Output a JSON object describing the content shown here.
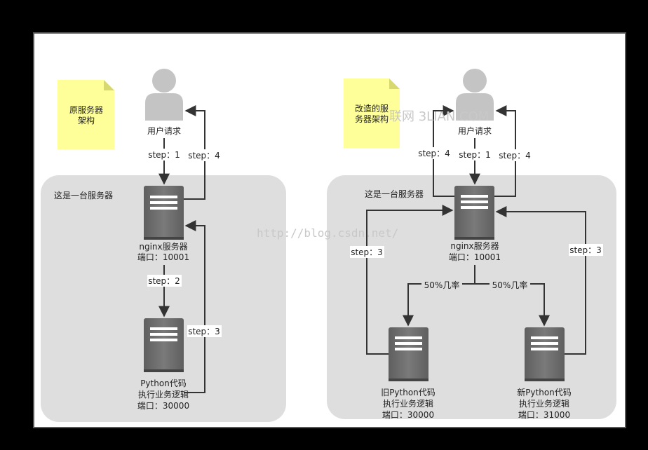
{
  "left": {
    "note": [
      "原服务器",
      "架构"
    ],
    "user_label": "用户请求",
    "server_box_label": "这是一台服务器",
    "nginx_label": [
      "nginx服务器",
      "端口：10001"
    ],
    "python_label": [
      "Python代码",
      "执行业务逻辑",
      "端口：30000"
    ],
    "steps": {
      "s1": "step：1",
      "s2": "step：2",
      "s3": "step：3",
      "s4": "step：4"
    }
  },
  "right": {
    "note": [
      "改造的服",
      "务器架构"
    ],
    "user_label": "用户请求",
    "server_box_label": "这是一台服务器",
    "nginx_label": [
      "nginx服务器",
      "端口：10001"
    ],
    "old_python_label": [
      "旧Python代码",
      "执行业务逻辑",
      "端口：30000"
    ],
    "new_python_label": [
      "新Python代码",
      "执行业务逻辑",
      "端口：31000"
    ],
    "split_left": "50%几率",
    "split_right": "50%几率",
    "steps": {
      "s4a": "step：4",
      "s1": "step：1",
      "s4b": "step：4",
      "s3a": "step：3",
      "s3b": "step：3"
    }
  },
  "watermarks": {
    "url": "http://blog.csdn.net/",
    "brand": "联网 3LIAN.COM"
  },
  "colors": {
    "background": "#000000",
    "canvas": "#ffffff",
    "server_zone": "#dedede",
    "server_body": "#6e6e6e",
    "note": "#ffff99",
    "person": "#c4c4c4",
    "line": "#333333"
  }
}
